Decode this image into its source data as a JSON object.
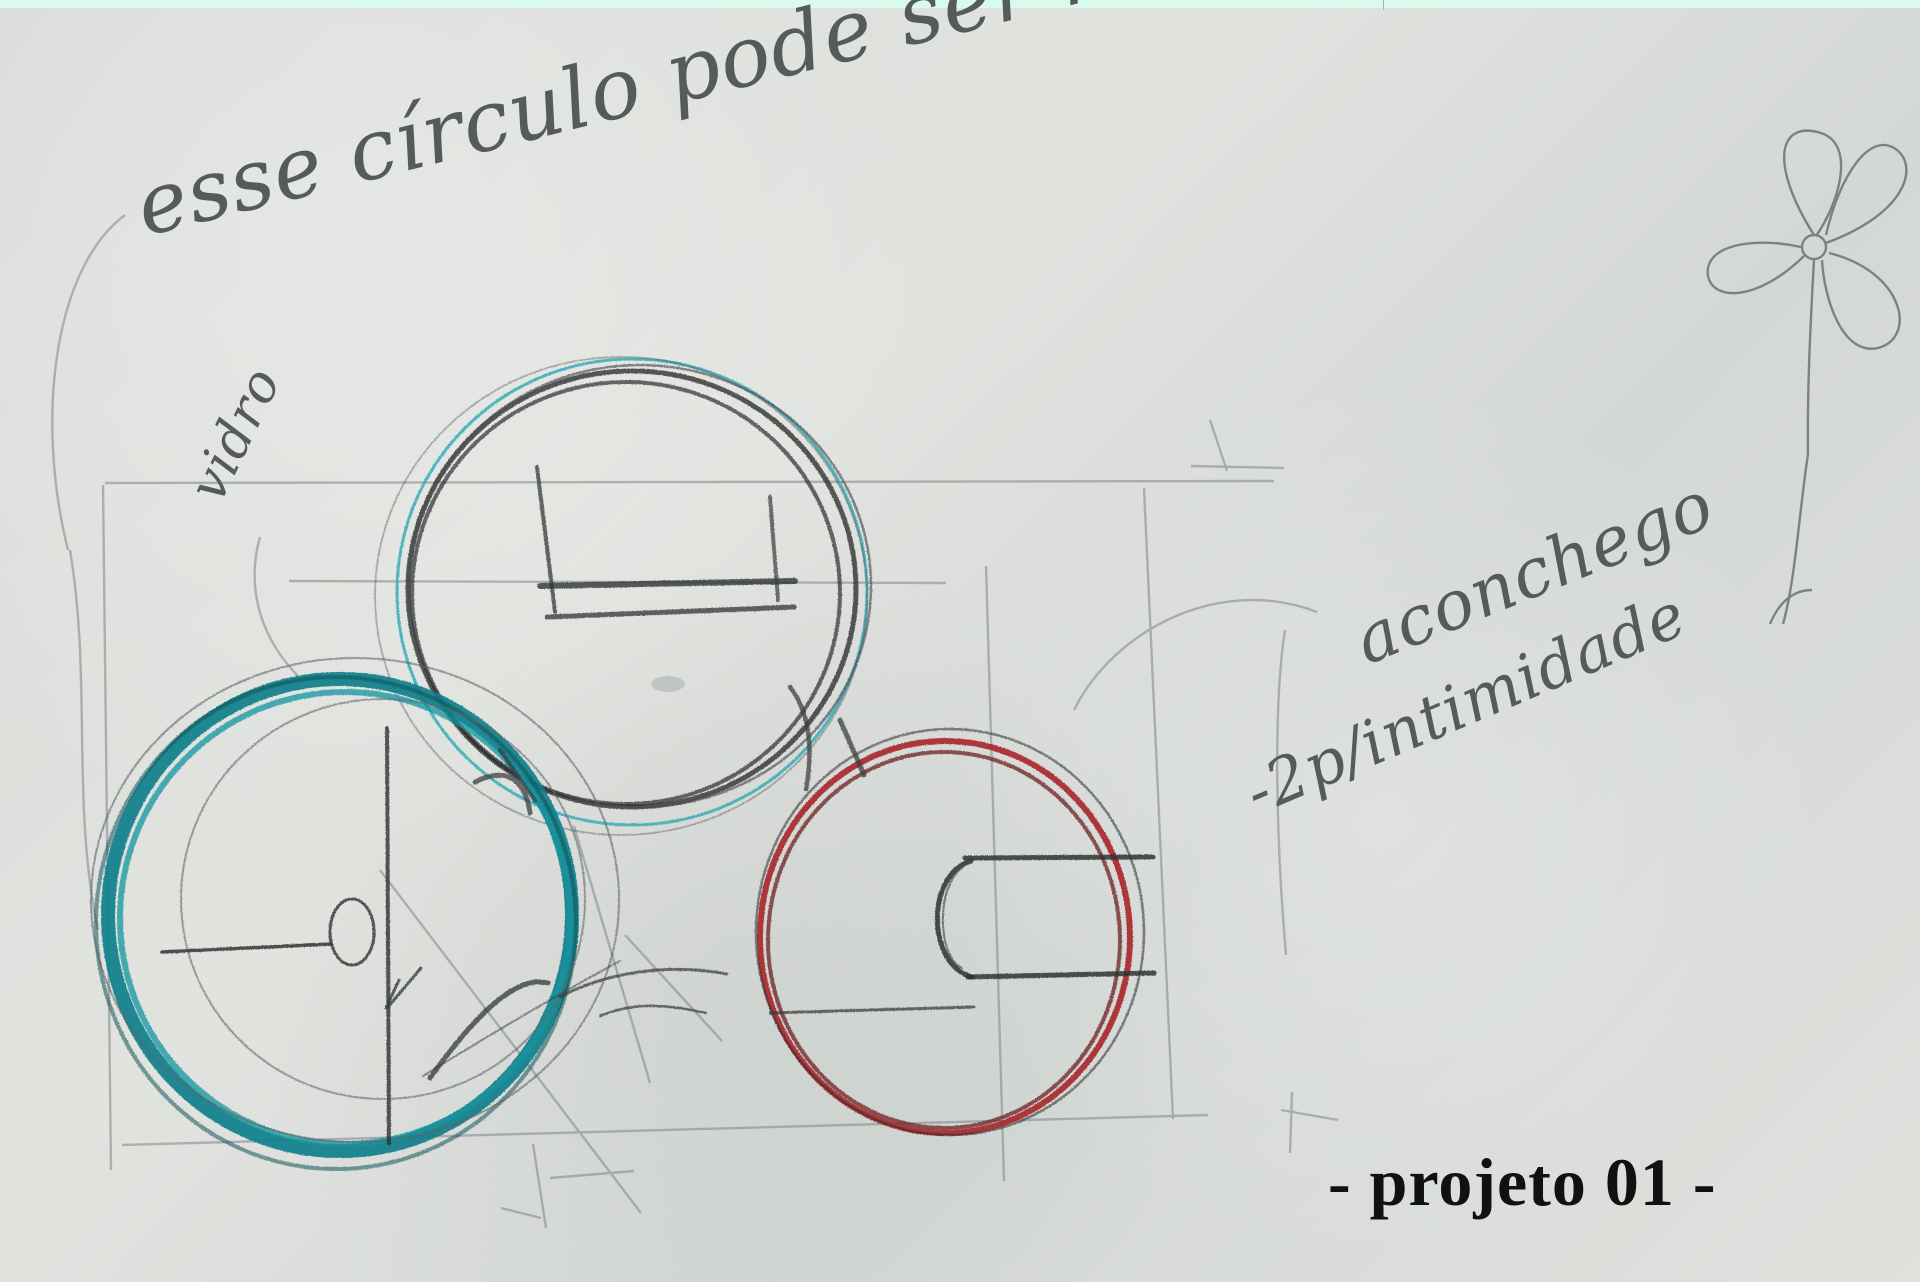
{
  "sketch": {
    "top_note": "esse círculo pode ser maior",
    "left_note": "vidro",
    "right_note_1": "aconchego",
    "right_note_2": "-2p/intimidade"
  },
  "caption": {
    "text": "- projeto 01 -"
  },
  "colors": {
    "paper": "#d9dcda",
    "pencil": "#4f5558",
    "teal": "#0f7f89",
    "red": "#a9262c",
    "top_strip": "#d9fbed"
  }
}
